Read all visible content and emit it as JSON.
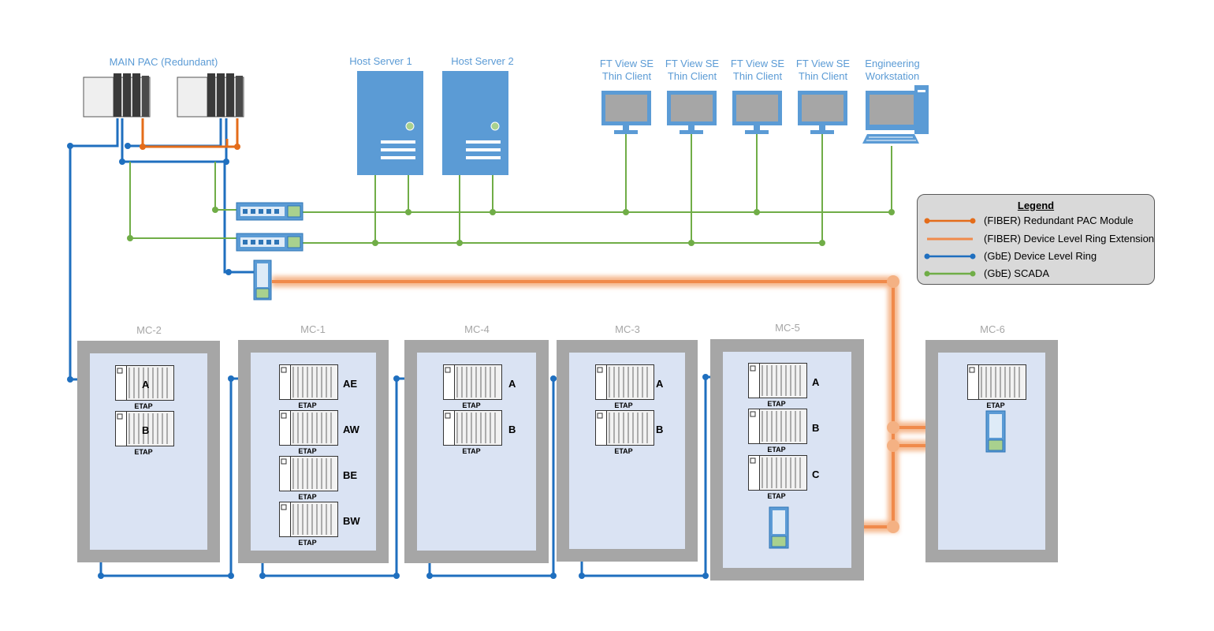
{
  "header_labels": {
    "main_pac": "MAIN PAC (Redundant)",
    "host1": "Host Server 1",
    "host2": "Host Server 2",
    "ftview": "FT View SE Thin Client",
    "eng": "Engineering Workstation"
  },
  "legend": {
    "title": "Legend",
    "items": [
      {
        "label": "(FIBER) Redundant PAC Module",
        "color": "#e46c1a"
      },
      {
        "label": "(FIBER) Device Level Ring Extension",
        "color": "#f4b183"
      },
      {
        "label": "(GbE) Device Level Ring",
        "color": "#1f6fbf"
      },
      {
        "label": "(GbE) SCADA",
        "color": "#70ad47"
      }
    ]
  },
  "cabinets": [
    {
      "name": "MC-2",
      "racks": [
        "A",
        "B"
      ]
    },
    {
      "name": "MC-1",
      "racks": [
        "AE",
        "AW",
        "BE",
        "BW"
      ]
    },
    {
      "name": "MC-4",
      "racks": [
        "A",
        "B"
      ]
    },
    {
      "name": "MC-3",
      "racks": [
        "A",
        "B"
      ]
    },
    {
      "name": "MC-5",
      "racks": [
        "A",
        "B",
        "C"
      ]
    },
    {
      "name": "MC-6",
      "racks": []
    }
  ],
  "rack_tag": "ETAP",
  "colors": {
    "dlr": "#1f6fbf",
    "scada": "#70ad47",
    "fiber": "#e46c1a",
    "fiber_ext": "#f4b183",
    "device": "#5b9bd5"
  }
}
